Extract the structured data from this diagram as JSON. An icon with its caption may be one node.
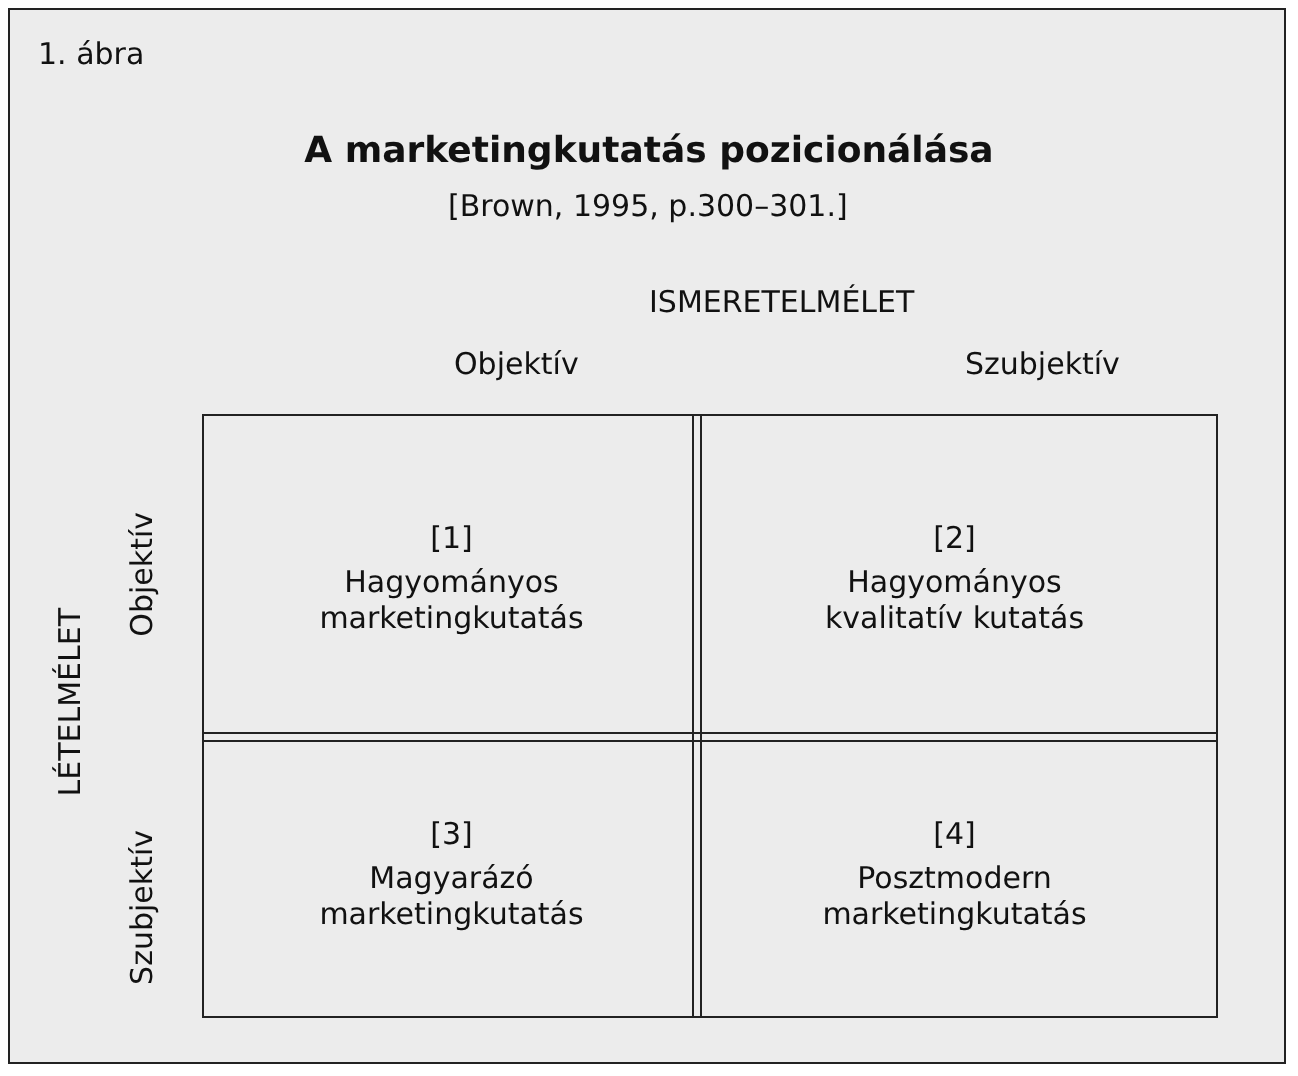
{
  "diagram": {
    "title": "A marketingkutatás pozicionálása",
    "nodes": [
      {
        "text": [
          "[1]",
          "Hagyományos marketingkutatás"
        ]
      },
      {
        "text": [
          "[2]",
          "Hagyományos kvalitatív kutatás"
        ]
      },
      {
        "text": [
          "[3]",
          "Magyarázó marketingkutatás"
        ]
      },
      {
        "text": [
          "[4]",
          "Posztmodern marketingkutatás"
        ]
      }
    ],
    "edges": [],
    "labels": [
      "1. ábra",
      "[Brown, 1995, p.300–301.]",
      "ISMERETELMÉLET",
      "Objektív",
      "Szubjektív",
      "LÉTELMÉLET",
      "Objektív",
      "Szubjektív"
    ]
  }
}
